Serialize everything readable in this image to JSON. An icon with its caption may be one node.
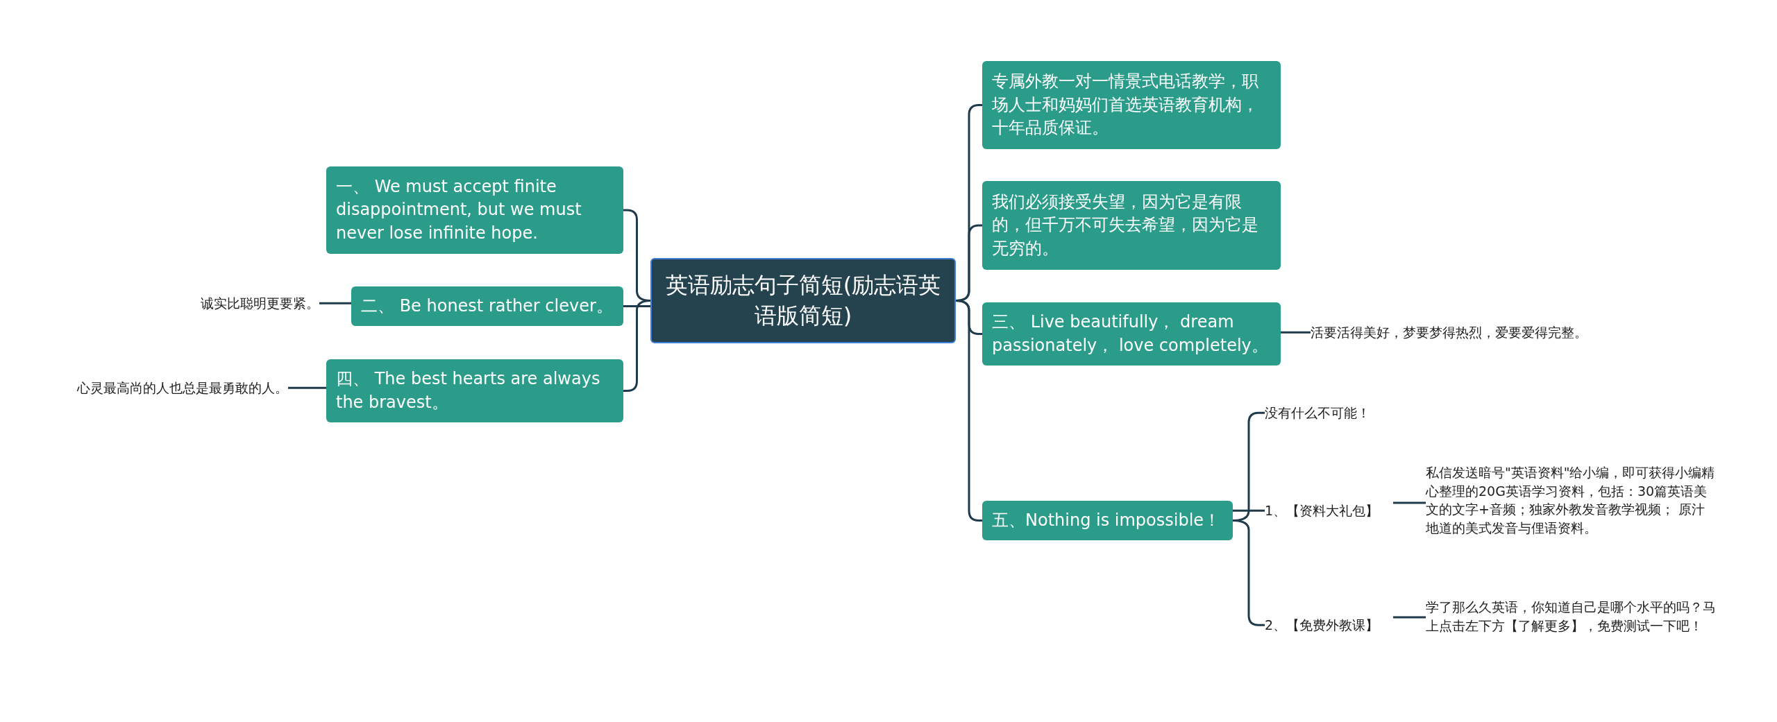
{
  "diagram": {
    "nodes": [
      {
        "text": [
          "英语励志句子简短(励志语英语版简短)"
        ]
      },
      {
        "text": [
          "一、 We must accept finite disappointment, but we must never lose infinite hope."
        ]
      },
      {
        "text": [
          "二、 Be honest rather clever。"
        ]
      },
      {
        "text": [
          "诚实比聪明更要紧。"
        ]
      },
      {
        "text": [
          "四、 The best hearts are always the bravest。"
        ]
      },
      {
        "text": [
          "心灵最高尚的人也总是最勇敢的人。"
        ]
      },
      {
        "text": [
          "专属外教一对一情景式电话教学，职场人士和妈妈们首选英语教育机构，十年品质保证。"
        ]
      },
      {
        "text": [
          "我们必须接受失望，因为它是有限的，但千万不可失去希望，因为它是无穷的。"
        ]
      },
      {
        "text": [
          "三、 Live beautifully， dream passionately， love completely。"
        ]
      },
      {
        "text": [
          "活要活得美好，梦要梦得热烈，爱要爱得完整。"
        ]
      },
      {
        "text": [
          "五、Nothing is impossible！"
        ]
      },
      {
        "text": [
          "没有什么不可能！"
        ]
      },
      {
        "text": [
          "1、【资料大礼包】"
        ]
      },
      {
        "text": [
          "私信发送暗号\"英语资料\"给小编，即可获得小编精心整理的20G英语学习资料，包括：30篇英语美文的文字+音频；独家外教发音教学视频； 原汁地道的美式发音与俚语资料。"
        ]
      },
      {
        "text": [
          "2、【免费外教课】"
        ]
      },
      {
        "text": [
          "学了那么久英语，你知道自己是哪个水平的吗？马上点击左下方【了解更多】，免费测试一下吧！"
        ]
      }
    ],
    "edges": [
      {
        "from": 0,
        "to": 1,
        "arrow": "none"
      },
      {
        "from": 0,
        "to": 2,
        "arrow": "none"
      },
      {
        "from": 0,
        "to": 4,
        "arrow": "none"
      },
      {
        "from": 2,
        "to": 3,
        "arrow": "none"
      },
      {
        "from": 4,
        "to": 5,
        "arrow": "none"
      },
      {
        "from": 0,
        "to": 6,
        "arrow": "none"
      },
      {
        "from": 0,
        "to": 7,
        "arrow": "none"
      },
      {
        "from": 0,
        "to": 8,
        "arrow": "none"
      },
      {
        "from": 0,
        "to": 10,
        "arrow": "none"
      },
      {
        "from": 8,
        "to": 9,
        "arrow": "none"
      },
      {
        "from": 10,
        "to": 11,
        "arrow": "none"
      },
      {
        "from": 10,
        "to": 12,
        "arrow": "none"
      },
      {
        "from": 10,
        "to": 14,
        "arrow": "none"
      },
      {
        "from": 12,
        "to": 13,
        "arrow": "none"
      },
      {
        "from": 14,
        "to": 15,
        "arrow": "none"
      }
    ]
  }
}
